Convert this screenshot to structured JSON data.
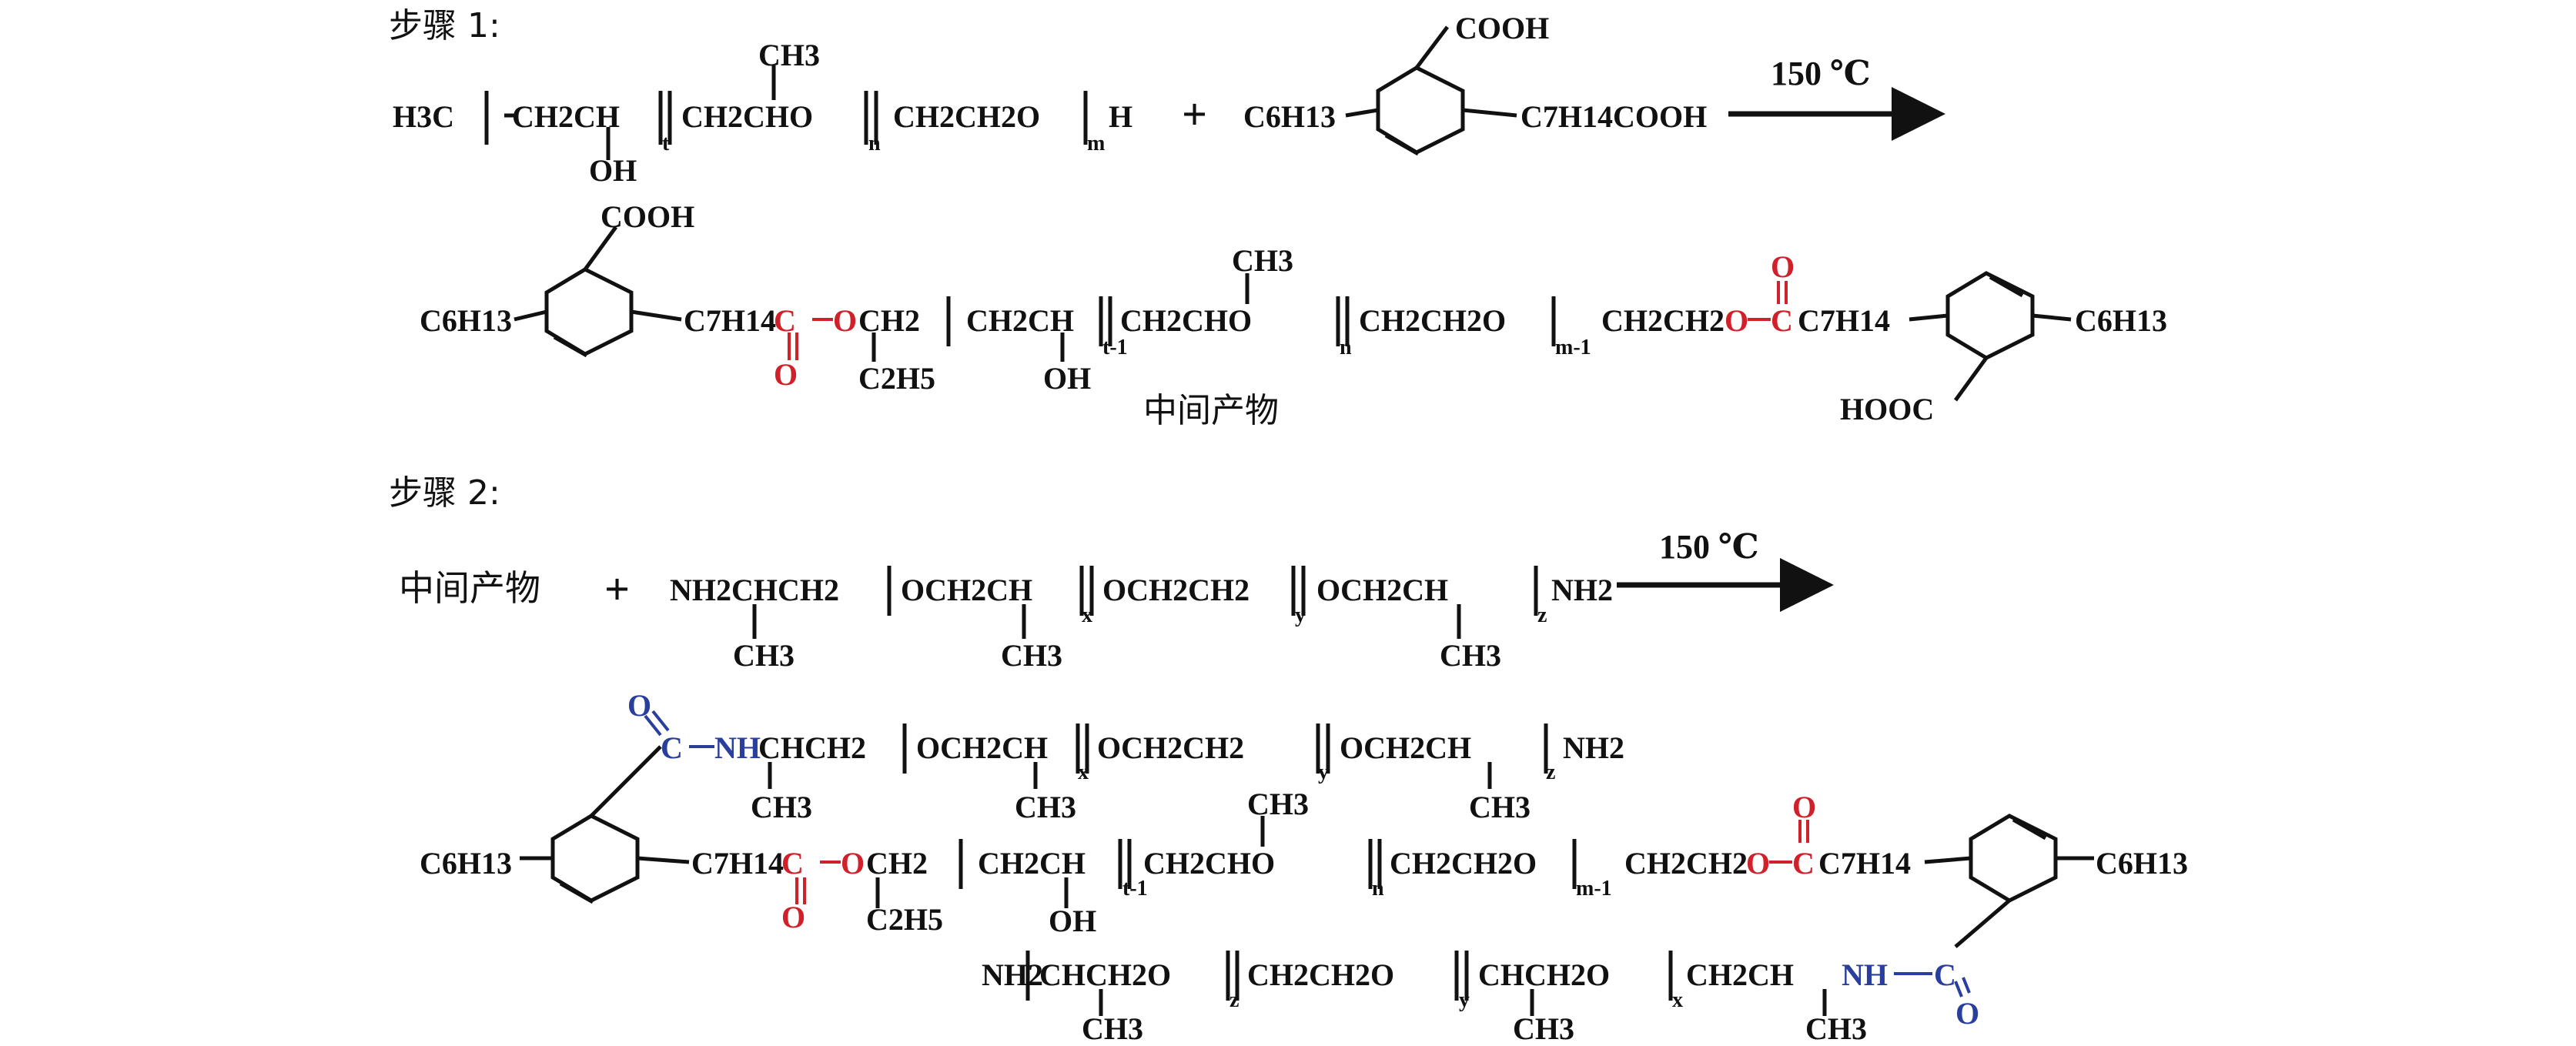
{
  "step1": {
    "label": "步骤 1:",
    "condition": "150 ℃",
    "reactant1": {
      "start": "H3C",
      "unit_t": "CH2CH",
      "unit_t_oh": "OH",
      "sub_t": "t",
      "unit_n": "CH2CHO",
      "unit_n_me": "CH3",
      "sub_n": "n",
      "unit_m": "CH2CH2O",
      "sub_m": "m",
      "end": "H"
    },
    "plus": "+",
    "reactant2": {
      "left": "C6H13",
      "top": "COOH",
      "right": "C7H14COOH"
    },
    "product": {
      "left": "C6H13",
      "top_cooh": "COOH",
      "linker1": "C7H14",
      "ester1_c": "C",
      "ester1_o": "O",
      "ester1_dbl_o": "O",
      "ch2": "CH2",
      "ethyl": "C2H5",
      "unit_t": "CH2CH",
      "unit_t_oh": "OH",
      "sub_t": "t-1",
      "unit_n": "CH2CHO",
      "unit_n_me": "CH3",
      "sub_n": "n",
      "unit_m": "CH2CH2O",
      "sub_m": "m-1",
      "ch2ch2": "CH2CH2",
      "ester2_o": "O",
      "ester2_c": "C",
      "ester2_dbl_o": "O",
      "linker2": "C7H14",
      "right": "C6H13",
      "bottom_cooh": "HOOC",
      "caption": "中间产物"
    }
  },
  "step2": {
    "label": "步骤 2:",
    "condition": "150 ℃",
    "intermediate": "中间产物",
    "plus": "+",
    "amine": {
      "start": "NH2CHCH2",
      "start_me": "CH3",
      "unit_x": "OCH2CH",
      "unit_x_me": "CH3",
      "sub_x": "x",
      "unit_y": "OCH2CH2",
      "sub_y": "y",
      "unit_z": "OCH2CH",
      "unit_z_me": "CH3",
      "sub_z": "z",
      "end": "NH2"
    },
    "product": {
      "amide_o": "O",
      "amide_c": "C",
      "amide_nh": "NH",
      "top_chain_start": "CHCH2",
      "top_chain_me": "CH3",
      "top_unit_x": "OCH2CH",
      "top_unit_x_me": "CH3",
      "top_sub_x": "x",
      "top_unit_y": "OCH2CH2",
      "top_sub_y": "y",
      "top_unit_z": "OCH2CH",
      "top_unit_z_me": "CH3",
      "top_sub_z": "z",
      "top_end": "NH2",
      "left": "C6H13",
      "linker1": "C7H14",
      "ester1_c": "C",
      "ester1_o": "O",
      "ester1_dbl_o": "O",
      "ch2": "CH2",
      "ethyl": "C2H5",
      "unit_t": "CH2CH",
      "unit_t_oh": "OH",
      "sub_t": "t-1",
      "unit_n": "CH2CHO",
      "unit_n_me": "CH3",
      "sub_n": "n",
      "unit_m": "CH2CH2O",
      "sub_m": "m-1",
      "ch2ch2": "CH2CH2",
      "ester2_o": "O",
      "ester2_c": "C",
      "ester2_dbl_o": "O",
      "linker2": "C7H14",
      "right": "C6H13",
      "bot_start": "NH2",
      "bot_unit_z": "CHCH2O",
      "bot_unit_z_me": "CH3",
      "bot_sub_z": "z",
      "bot_unit_y": "CH2CH2O",
      "bot_sub_y": "y",
      "bot_unit_x": "CHCH2O",
      "bot_unit_x_me": "CH3",
      "bot_sub_x": "x",
      "bot_end_chain": "CH2CH",
      "bot_end_me": "CH3",
      "bot_nh": "NH",
      "bot_amide_c": "C",
      "bot_amide_o": "O"
    }
  },
  "colors": {
    "black": "#111111",
    "ester_red": "#d0202a",
    "amide_blue": "#2a3f9c"
  }
}
